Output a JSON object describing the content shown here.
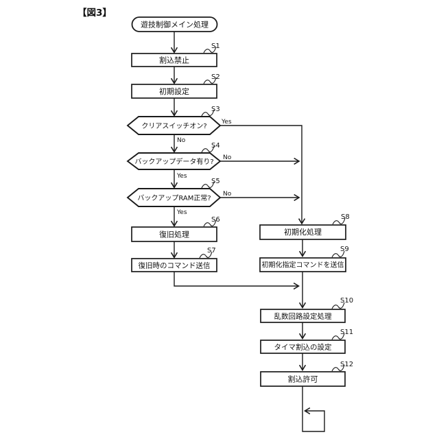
{
  "figure_label": "【図3】",
  "colors": {
    "line": "#1a1a1a",
    "text": "#111111",
    "background": "#ffffff"
  },
  "flowchart": {
    "start": {
      "label": "遊技制御メイン処理"
    },
    "steps": {
      "s1": {
        "id": "S1",
        "label": "割込禁止"
      },
      "s2": {
        "id": "S2",
        "label": "初期設定"
      },
      "s3": {
        "id": "S3",
        "label": "クリアスイッチオン?",
        "yes": "Yes",
        "no": "No"
      },
      "s4": {
        "id": "S4",
        "label": "バックアップデータ有り?",
        "yes": "Yes",
        "no": "No"
      },
      "s5": {
        "id": "S5",
        "label": "バックアップRAM正常?",
        "yes": "Yes",
        "no": "No"
      },
      "s6": {
        "id": "S6",
        "label": "復旧処理"
      },
      "s7": {
        "id": "S7",
        "label": "復旧時のコマンド送信"
      },
      "s8": {
        "id": "S8",
        "label": "初期化処理"
      },
      "s9": {
        "id": "S9",
        "label": "初期化指定コマンドを送信"
      },
      "s10": {
        "id": "S10",
        "label": "乱数回路設定処理"
      },
      "s11": {
        "id": "S11",
        "label": "タイマ割込の設定"
      },
      "s12": {
        "id": "S12",
        "label": "割込許可"
      }
    }
  }
}
